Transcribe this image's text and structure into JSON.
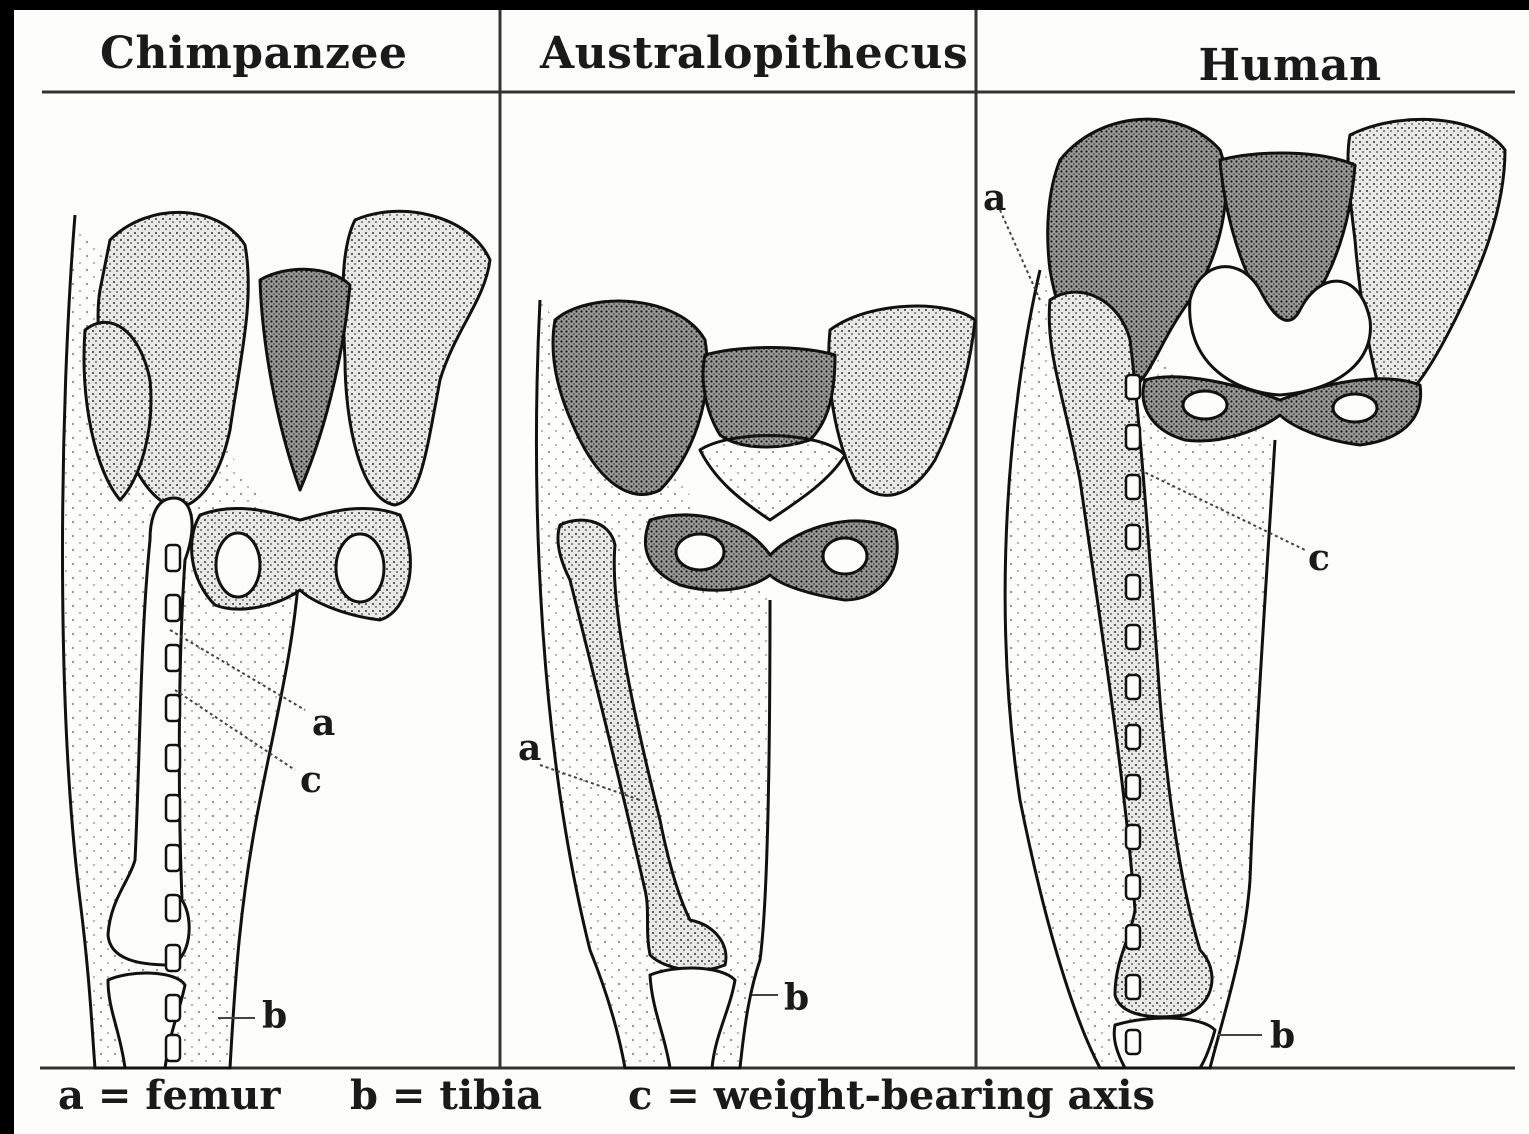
{
  "columns": [
    {
      "title": "Chimpanzee"
    },
    {
      "title": "Australopithecus"
    },
    {
      "title": "Human"
    }
  ],
  "labels": {
    "a": "a",
    "b": "b",
    "c": "c"
  },
  "legend": {
    "femur": "a = femur",
    "tibia": "b = tibia",
    "axis": "c = weight-bearing axis"
  }
}
